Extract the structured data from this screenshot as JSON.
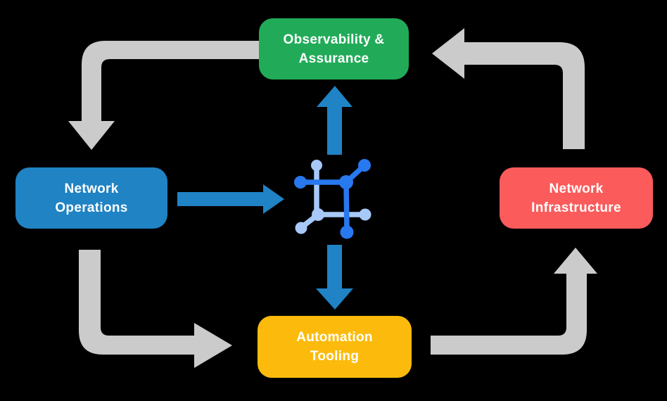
{
  "background_color": "#000000",
  "colors": {
    "arrow_gray": "#CBCBCB",
    "arrow_blue": "#1F83C6",
    "icon_dark_blue": "#2878EF",
    "icon_light_blue": "#A7C9F8"
  },
  "diagram": {
    "nodes": [
      {
        "id": "observability-assurance",
        "line1": "Observability &",
        "line2": "Assurance",
        "color": "#21AB58"
      },
      {
        "id": "network-operations",
        "line1": "Network",
        "line2": "Operations",
        "color": "#1F83C4"
      },
      {
        "id": "network-infrastructure",
        "line1": "Network",
        "line2": "Infrastructure",
        "color": "#FB5B5B"
      },
      {
        "id": "automation-tooling",
        "line1": "Automation",
        "line2": "Tooling",
        "color": "#FCBB0C"
      }
    ],
    "center_icon": "network-chip-icon",
    "edges": [
      {
        "from": "observability-assurance",
        "to": "network-operations",
        "style": "gray"
      },
      {
        "from": "network-operations",
        "to": "automation-tooling",
        "style": "gray"
      },
      {
        "from": "automation-tooling",
        "to": "network-infrastructure",
        "style": "gray"
      },
      {
        "from": "network-infrastructure",
        "to": "observability-assurance",
        "style": "gray"
      },
      {
        "from": "network-operations",
        "to": "center-icon",
        "style": "blue"
      },
      {
        "from": "center-icon",
        "to": "observability-assurance",
        "style": "blue"
      },
      {
        "from": "center-icon",
        "to": "automation-tooling",
        "style": "blue"
      }
    ]
  }
}
